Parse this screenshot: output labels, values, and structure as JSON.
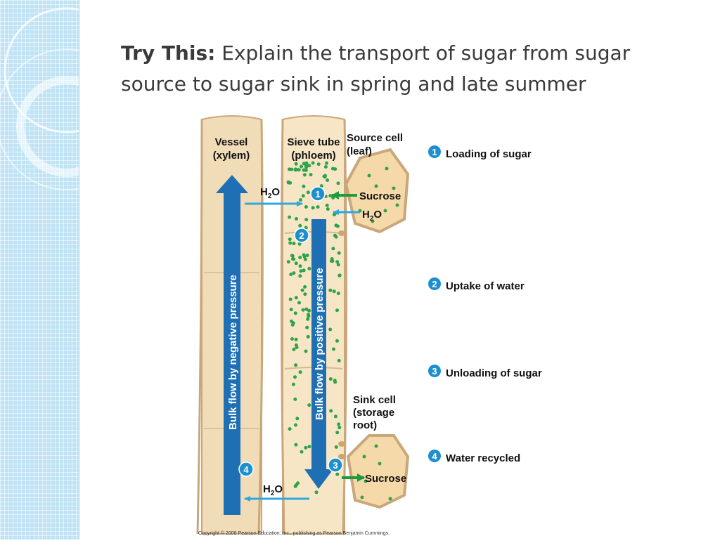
{
  "slide": {
    "title_lead": "Try This:",
    "title_rest": " Explain the transport of sugar from sugar source to sugar sink in spring and late summer"
  },
  "figure": {
    "vessel_line1": "Vessel",
    "vessel_line2": "(xylem)",
    "sieve_line1": "Sieve tube",
    "sieve_line2": "(phloem)",
    "source_line1": "Source cell",
    "source_line2": "(leaf)",
    "sink_line1": "Sink cell",
    "sink_line2": "(storage",
    "sink_line3": "root)",
    "h2o": "H",
    "h2o_sub": "2",
    "h2o_end": "O",
    "sucrose": "Sucrose",
    "xylem_flow": "Bulk flow by negative pressure",
    "phloem_flow": "Bulk flow by positive pressure",
    "copyright": "Copyright © 2008 Pearson Education, Inc., publishing as Pearson Benjamin Cummings."
  },
  "steps": [
    {
      "num": "1",
      "label": "Loading of sugar"
    },
    {
      "num": "2",
      "label": "Uptake of water"
    },
    {
      "num": "3",
      "label": "Unloading of sugar"
    },
    {
      "num": "4",
      "label": "Water recycled"
    }
  ],
  "colors": {
    "flow_arrow": "#1f6fb5",
    "water_arrow": "#2ea8e0",
    "sucrose_arrow": "#1f9a3c",
    "sugar_dot": "#2fa34a",
    "cell_fill": "#f6d9a8",
    "step_badge": "#1d8fcf"
  }
}
